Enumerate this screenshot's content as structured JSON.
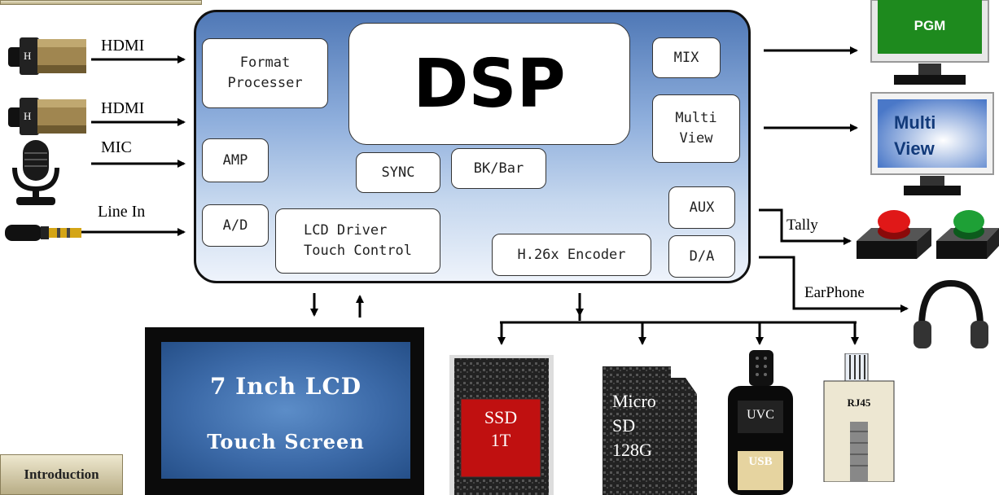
{
  "tabs": {
    "introduction": "Introduction"
  },
  "inputs": {
    "hdmi1": "HDMI",
    "hdmi2": "HDMI",
    "mic": "MIC",
    "line_in": "Line In",
    "cam_badge_1": "H",
    "cam_badge_2": "H"
  },
  "dsp": {
    "title": "DSP",
    "format_processer": "Format\nProcesser",
    "amp": "AMP",
    "ad": "A/D",
    "lcd_driver": "LCD Driver\nTouch Control",
    "sync": "SYNC",
    "bk_bar": "BK/Bar",
    "mix": "MIX",
    "multi_view": "Multi\nView",
    "aux": "AUX",
    "encoder": "H.26x Encoder",
    "da": "D/A"
  },
  "outputs": {
    "pgm": "PGM",
    "multiview_line1": "Multi",
    "multiview_line2": "View",
    "tally": "Tally",
    "earphone": "EarPhone"
  },
  "lcd": {
    "line1": "7 Inch LCD",
    "line2": "Touch Screen"
  },
  "storage": {
    "ssd_line1": "SSD",
    "ssd_line2": "1T",
    "sd_line1": "Micro",
    "sd_line2": "SD",
    "sd_line3": "128G",
    "uvc": "UVC",
    "usb": "USB",
    "rj45": "RJ45"
  },
  "colors": {
    "pgm_screen": "#1e8a1e",
    "multiview_screen": "#4a78c8",
    "tally_red": "#e01818",
    "tally_green": "#1ea036",
    "ssd_label": "#c01010"
  },
  "icons": [
    "camera-icon",
    "microphone-icon",
    "audio-jack-icon",
    "monitor-icon",
    "tally-light-icon",
    "headphones-icon",
    "ssd-icon",
    "sd-card-icon",
    "usb-drive-icon",
    "rj45-icon"
  ]
}
